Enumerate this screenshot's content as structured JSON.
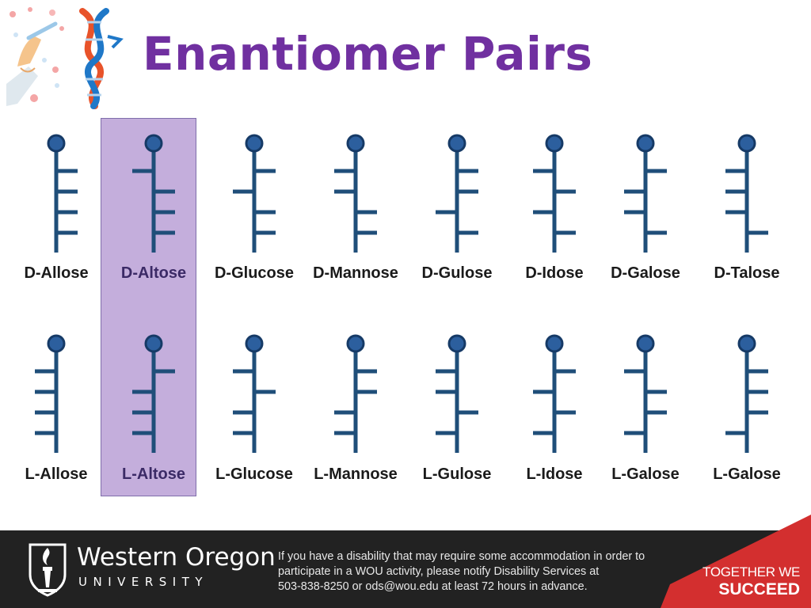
{
  "title": "Enantiomer Pairs",
  "colors": {
    "title": "#7030a0",
    "structure": "#1f4e79",
    "highlight": "#c4aedc",
    "footer": "#222222",
    "accent_red": "#d32f2f"
  },
  "icons": {
    "header_art": "dna-with-hand-icon",
    "university_logo": "torch-shield-icon"
  },
  "d_sugars": [
    {
      "label": "D-Allose",
      "sides": [
        "R",
        "R",
        "R",
        "R"
      ]
    },
    {
      "label": "D-Altose",
      "sides": [
        "L",
        "R",
        "R",
        "R"
      ]
    },
    {
      "label": "D-Glucose",
      "sides": [
        "R",
        "L",
        "R",
        "R"
      ]
    },
    {
      "label": "D-Mannose",
      "sides": [
        "L",
        "L",
        "R",
        "R"
      ]
    },
    {
      "label": "D-Gulose",
      "sides": [
        "R",
        "R",
        "L",
        "R"
      ]
    },
    {
      "label": "D-Idose",
      "sides": [
        "L",
        "R",
        "L",
        "R"
      ]
    },
    {
      "label": "D-Galose",
      "sides": [
        "R",
        "L",
        "L",
        "R"
      ]
    },
    {
      "label": "D-Talose",
      "sides": [
        "L",
        "L",
        "L",
        "R"
      ]
    }
  ],
  "l_sugars": [
    {
      "label": "L-Allose",
      "sides": [
        "L",
        "L",
        "L",
        "L"
      ]
    },
    {
      "label": "L-Altose",
      "sides": [
        "R",
        "L",
        "L",
        "L"
      ]
    },
    {
      "label": "L-Glucose",
      "sides": [
        "L",
        "R",
        "L",
        "L"
      ]
    },
    {
      "label": "L-Mannose",
      "sides": [
        "R",
        "R",
        "L",
        "L"
      ]
    },
    {
      "label": "L-Gulose",
      "sides": [
        "L",
        "L",
        "R",
        "L"
      ]
    },
    {
      "label": "L-Idose",
      "sides": [
        "R",
        "L",
        "R",
        "L"
      ]
    },
    {
      "label": "L-Galose",
      "sides": [
        "L",
        "R",
        "R",
        "L"
      ]
    },
    {
      "label": "L-Galose",
      "sides": [
        "R",
        "R",
        "R",
        "L"
      ]
    }
  ],
  "footer": {
    "university_name": "Western Oregon",
    "university_sub": "UNIVERSITY",
    "notice_lines": [
      "If you have a disability that may require some accommodation in order to",
      "participate in a WOU activity, please notify Disability Services at",
      "503-838-8250 or ods@wou.edu at least 72 hours in advance."
    ],
    "tagline_1": "TOGETHER WE",
    "tagline_2": "SUCCEED"
  }
}
